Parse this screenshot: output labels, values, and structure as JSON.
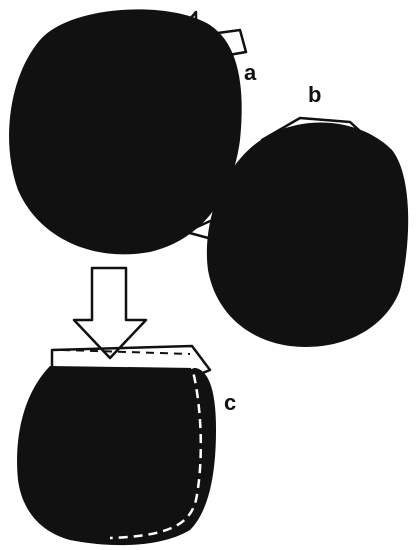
{
  "figure": {
    "labels": {
      "a": "a",
      "b": "b",
      "c": "c"
    },
    "colors": {
      "ink": "#111111",
      "paper": "#ffffff"
    },
    "icons": {
      "arrow_a": "force-arrow-icon",
      "arrow_b": "force-arrow-icon",
      "arrow_c": "force-arrow-icon"
    }
  }
}
